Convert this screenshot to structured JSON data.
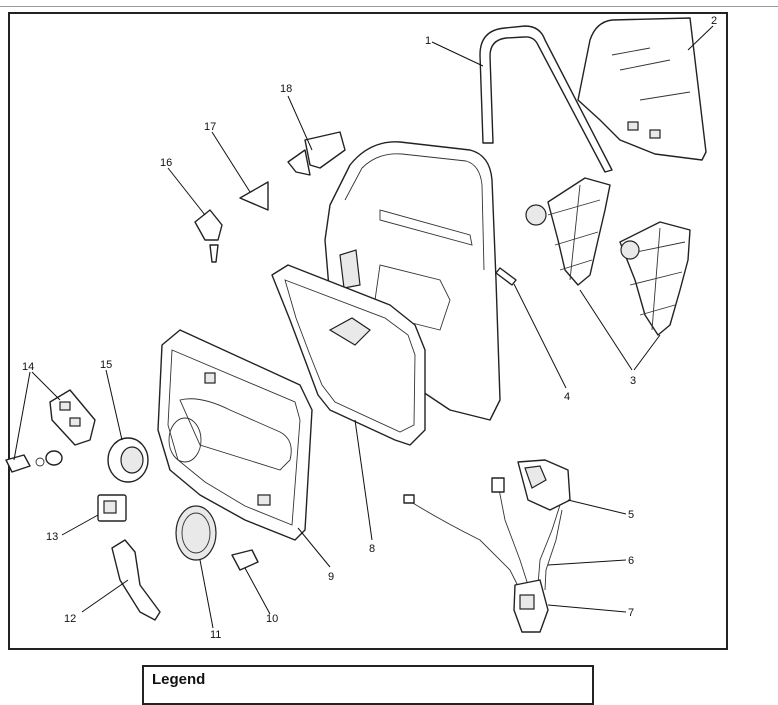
{
  "diagram": {
    "callouts": {
      "c1": "1",
      "c2": "2",
      "c3": "3",
      "c4": "4",
      "c5": "5",
      "c6": "6",
      "c7": "7",
      "c8": "8",
      "c9": "9",
      "c10": "10",
      "c11": "11",
      "c12": "12",
      "c13": "13",
      "c14": "14",
      "c15": "15",
      "c16": "16",
      "c17": "17",
      "c18": "18"
    }
  },
  "legend": {
    "title": "Legend"
  }
}
